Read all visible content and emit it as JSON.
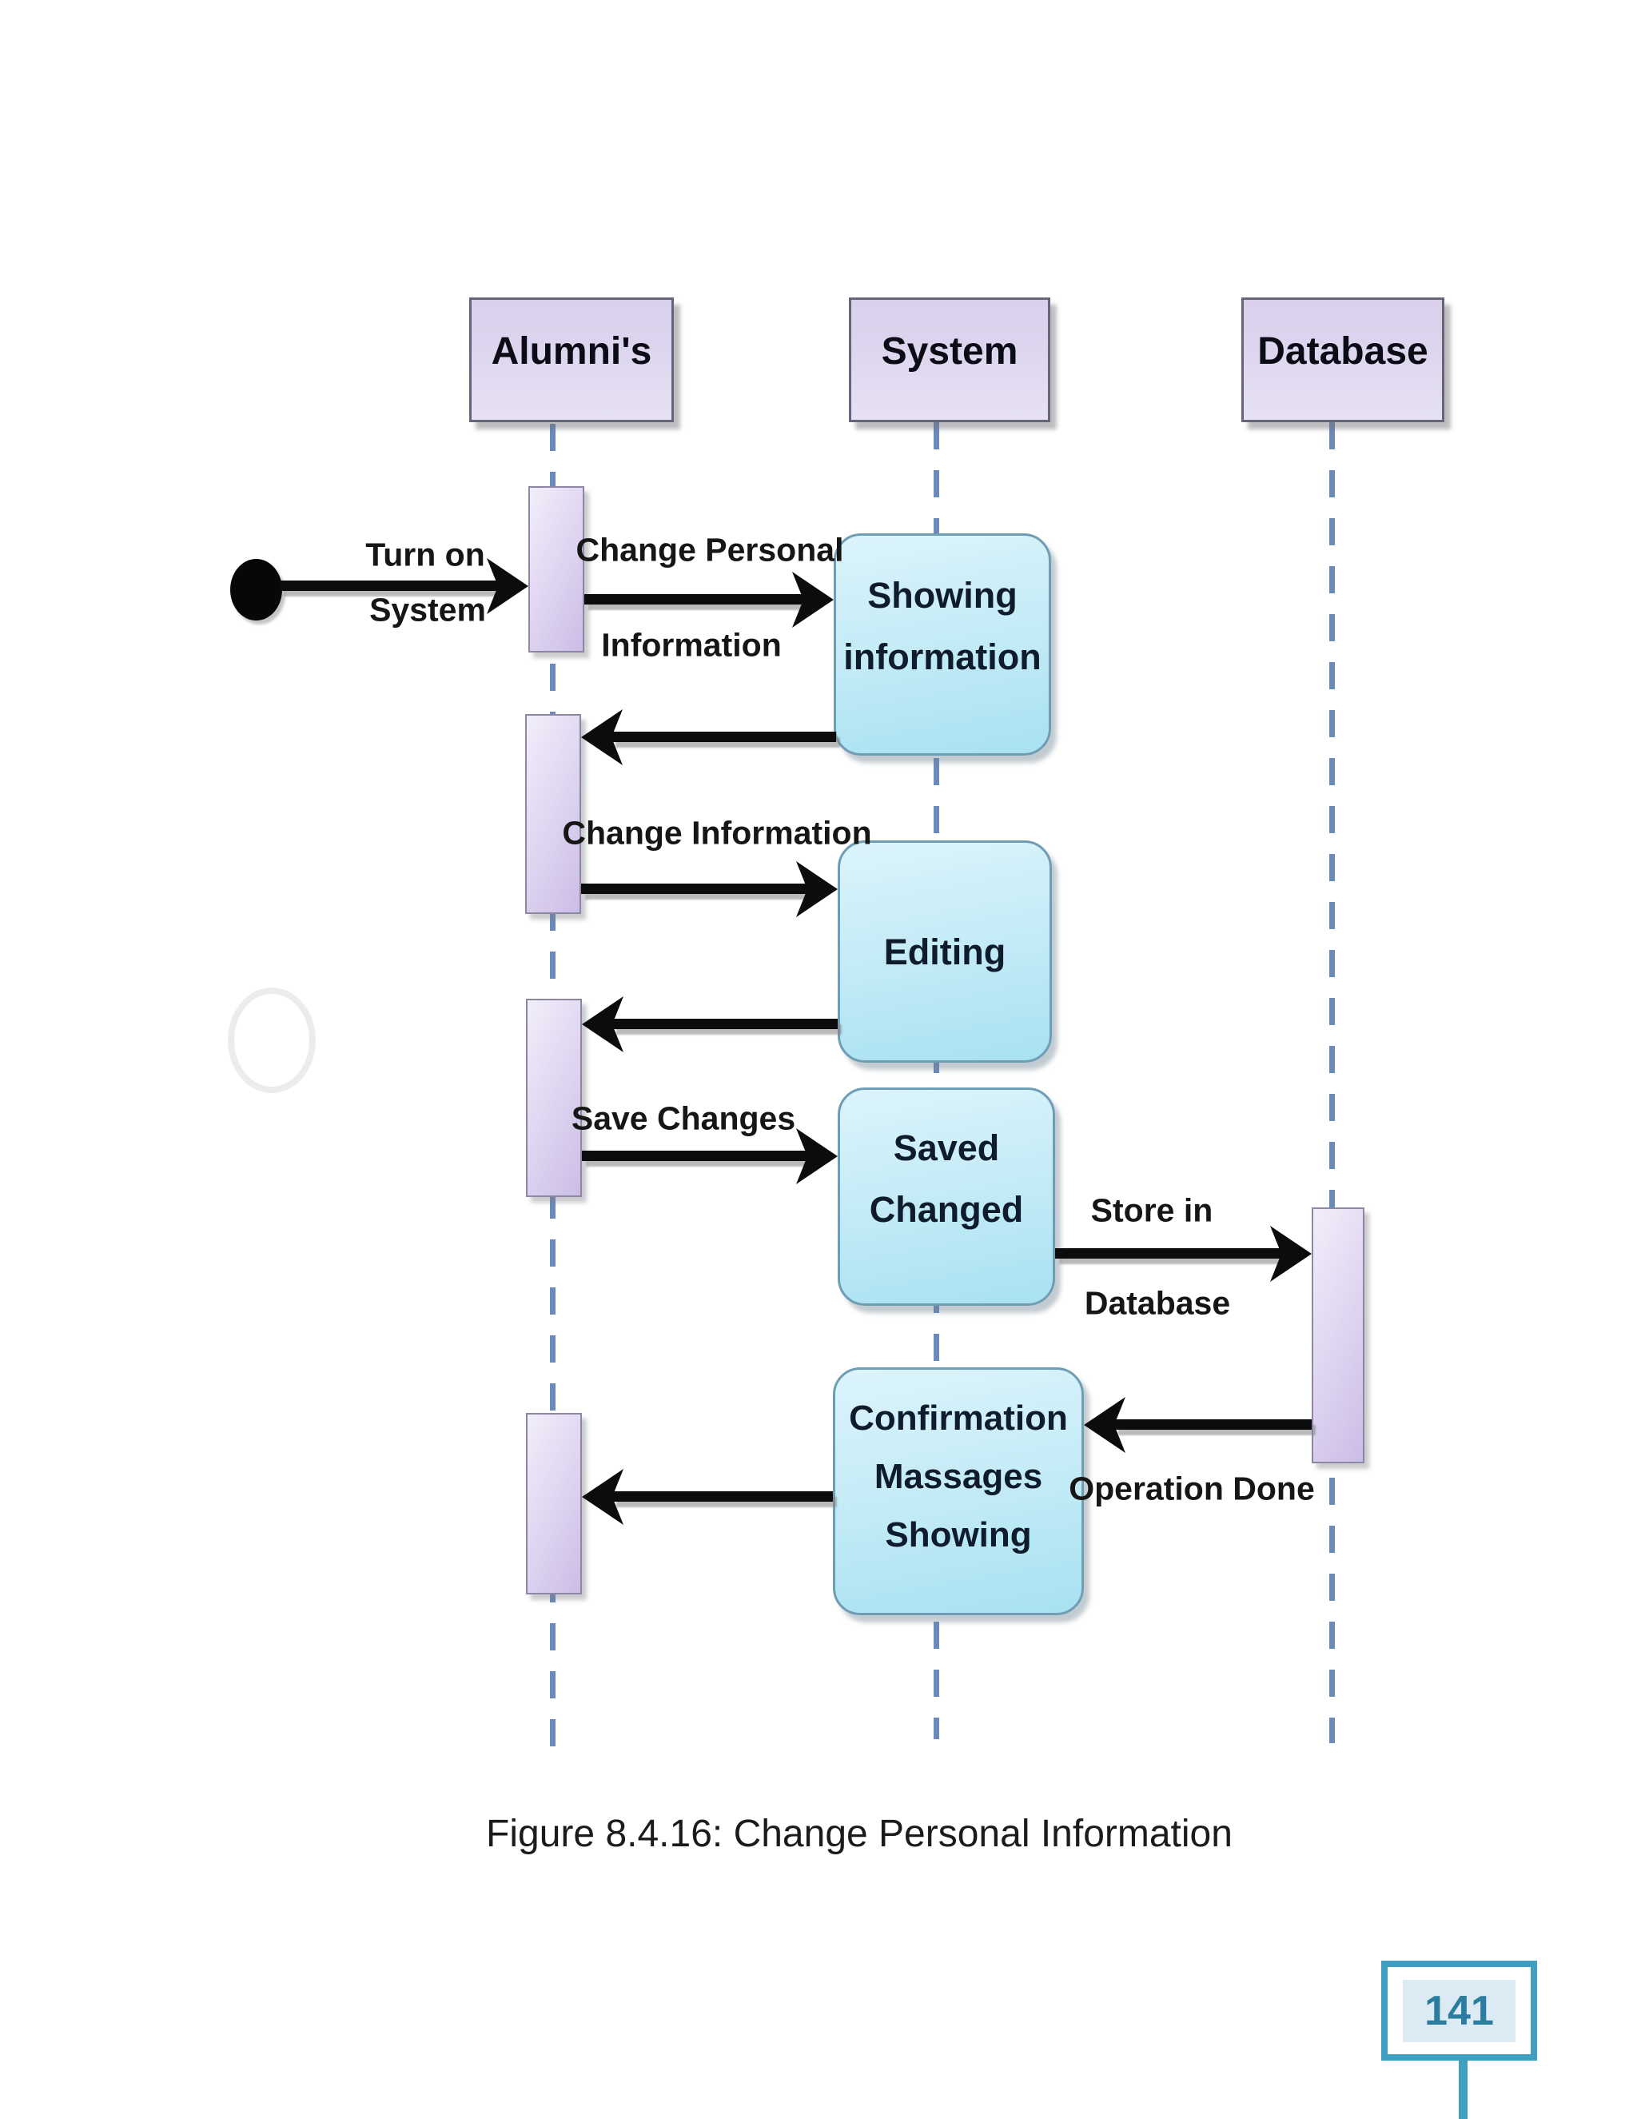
{
  "page": {
    "caption": "Figure 8.4.16: Change Personal Information",
    "page_number": "141"
  },
  "diagram": {
    "title": "Change Personal Information sequence diagram",
    "actors": [
      {
        "id": "alumnis",
        "label": "Alumni's"
      },
      {
        "id": "system",
        "label": "System"
      },
      {
        "id": "database",
        "label": "Database"
      }
    ],
    "messages": [
      {
        "id": "turn-on-system",
        "from": "start",
        "to": "alumnis",
        "direction": "right",
        "lines": [
          "Turn on",
          "System"
        ]
      },
      {
        "id": "change-personal-information",
        "from": "alumnis",
        "to": "system",
        "direction": "right",
        "lines": [
          "Change Personal",
          "Information"
        ]
      },
      {
        "id": "return-to-alumni-1",
        "from": "system",
        "to": "alumnis",
        "direction": "left",
        "lines": []
      },
      {
        "id": "change-information",
        "from": "alumnis",
        "to": "system",
        "direction": "right",
        "lines": [
          "Change Information"
        ]
      },
      {
        "id": "return-to-alumni-2",
        "from": "system",
        "to": "alumnis",
        "direction": "left",
        "lines": []
      },
      {
        "id": "save-changes",
        "from": "alumnis",
        "to": "system",
        "direction": "right",
        "lines": [
          "Save Changes"
        ]
      },
      {
        "id": "store-in-database",
        "from": "system",
        "to": "database",
        "direction": "right",
        "lines": [
          "Store in",
          "Database"
        ]
      },
      {
        "id": "operation-done",
        "from": "database",
        "to": "system",
        "direction": "left",
        "lines": [
          "Operation Done"
        ]
      },
      {
        "id": "return-to-alumni-3",
        "from": "system",
        "to": "alumnis",
        "direction": "left",
        "lines": []
      }
    ],
    "states": [
      {
        "id": "showing-information",
        "lines": [
          "Showing",
          "information"
        ]
      },
      {
        "id": "editing",
        "lines": [
          "Editing"
        ]
      },
      {
        "id": "saved-changed",
        "lines": [
          "Saved",
          "Changed"
        ]
      },
      {
        "id": "confirmation-massages-showing",
        "lines": [
          "Confirmation",
          "Massages",
          "Showing"
        ]
      }
    ],
    "icons": {
      "initial_state_dot": "●",
      "arrowhead_right": "▶",
      "arrowhead_left": "◀"
    },
    "colors": {
      "lifeline_blue": "#5b7db1",
      "actor_fill_dark": "#d9d0ec",
      "actor_fill_light": "#e7e1f4",
      "activation_fill": "#ded3f0",
      "state_fill_top": "#dcf4fb",
      "state_fill_bottom": "#a8e1f1",
      "state_border": "#6f9db4",
      "arrow_black": "#0c0c0c",
      "badge_border_teal": "#3f9fc0",
      "badge_text_teal": "#2b7da0",
      "badge_highlight": "#dcebf3"
    }
  }
}
